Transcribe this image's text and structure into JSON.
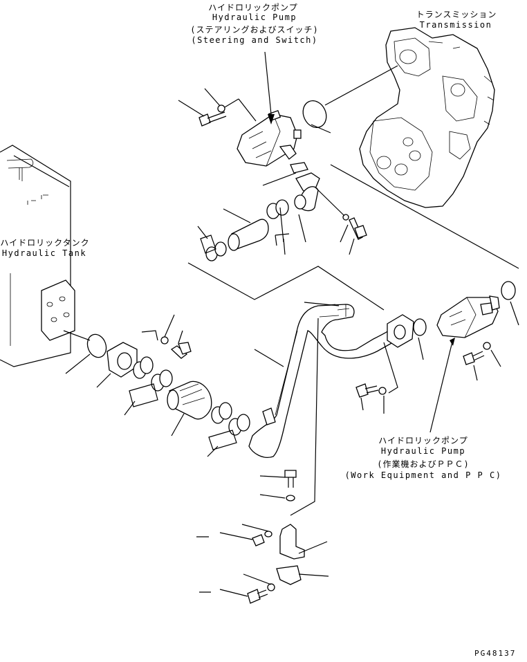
{
  "labels": {
    "steering_pump": {
      "jp": "ハイドロリックポンプ",
      "en": "Hydraulic Pump",
      "sub_jp": "(ステアリングおよびスイッチ)",
      "sub_en": "(Steering and Switch)"
    },
    "transmission": {
      "jp": "トランスミッション",
      "en": "Transmission"
    },
    "hydraulic_tank": {
      "jp": "ハイドロリックタンク",
      "en": "Hydraulic Tank"
    },
    "work_pump": {
      "jp": "ハイドロリックポンプ",
      "en": "Hydraulic Pump",
      "sub_jp": "(作業機およびＰＰＣ)",
      "sub_en": "(Work Equipment and P P C)"
    }
  },
  "drawing_ref": "PG48137"
}
